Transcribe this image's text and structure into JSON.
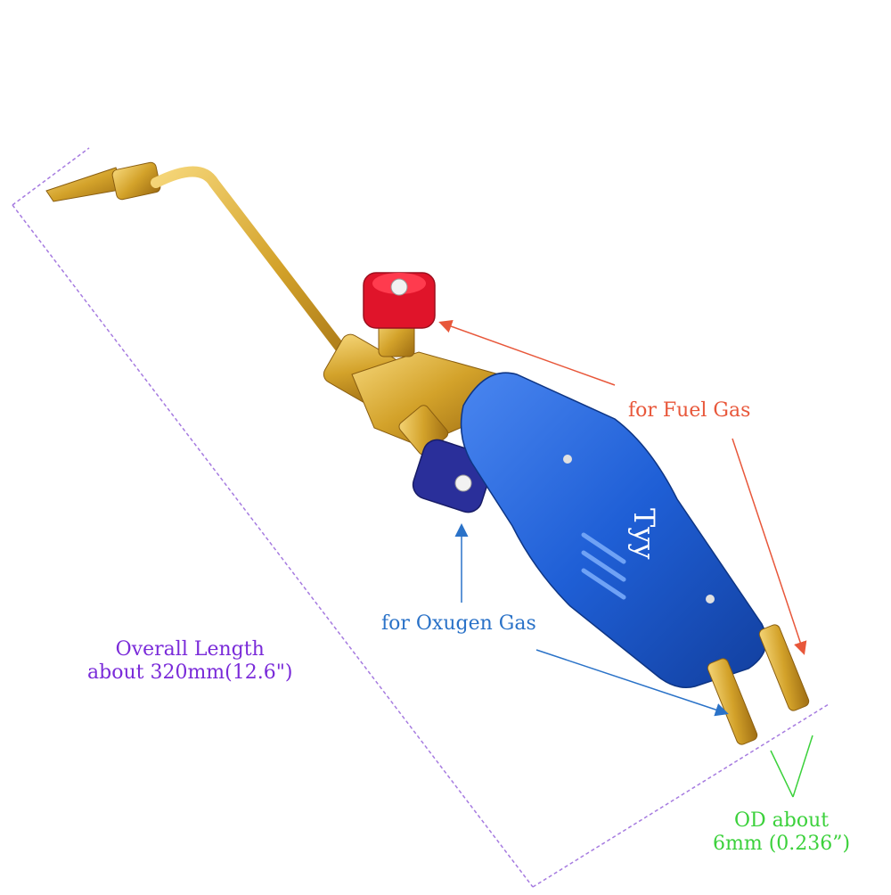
{
  "labels": {
    "fuel_gas": "for Fuel Gas",
    "oxygen_gas": "for Oxugen Gas",
    "overall_length_line1": "Overall Length",
    "overall_length_line2": "about 320mm(12.6\")",
    "od_line1": "OD about",
    "od_line2": "6mm (0.236”)"
  },
  "brand_text": "Tyy",
  "colors": {
    "fuel_label": "#e8573a",
    "oxygen_label": "#2a72c8",
    "length_label": "#7a2bd9",
    "od_label": "#3bd13b",
    "dimension_line": "#a67be0",
    "handle_blue": "#1f5fd6",
    "brass": "#d8a82a",
    "valve_red": "#e0142a",
    "valve_navy": "#2a2f9a"
  }
}
